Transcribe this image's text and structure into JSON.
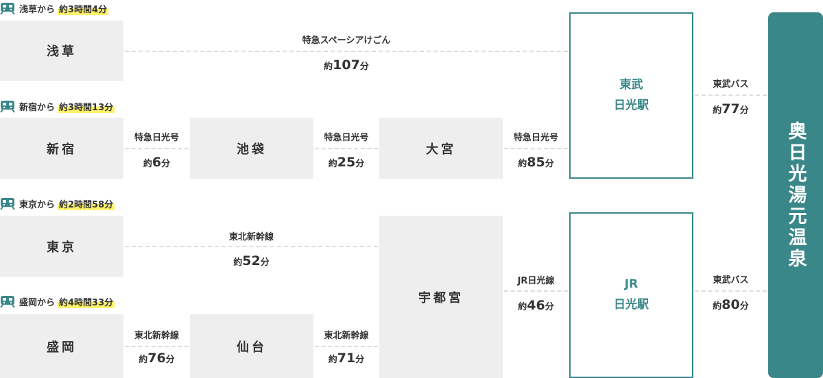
{
  "colors": {
    "accent": "#3a878a",
    "highlight": "#fff36b",
    "box": "#eeeeee",
    "dash": "#dddddd"
  },
  "routes": {
    "asakusa": {
      "from": "浅草から",
      "duration": "約3時間4分"
    },
    "shinjuku": {
      "from": "新宿から",
      "duration": "約3時間13分"
    },
    "tokyo": {
      "from": "東京から",
      "duration": "約2時間58分"
    },
    "morioka": {
      "from": "盛岡から",
      "duration": "約4時間33分"
    }
  },
  "stations": {
    "asakusa": "浅草",
    "shinjuku": "新宿",
    "ikebukuro": "池袋",
    "omiya": "大宮",
    "tokyo": "東京",
    "utsunomiya": "宇都宮",
    "morioka": "盛岡",
    "sendai": "仙台"
  },
  "terminals": {
    "tobu": {
      "line1": "東武",
      "line2": "日光駅"
    },
    "jr": {
      "line1": "JR",
      "line2": "日光駅"
    }
  },
  "legs": {
    "asakusa_tobu": {
      "train": "特急スペーシアけごん",
      "pre": "約",
      "num": "107",
      "unit": "分"
    },
    "shinjuku_ikebukuro": {
      "train": "特急日光号",
      "pre": "約",
      "num": "6",
      "unit": "分"
    },
    "ikebukuro_omiya": {
      "train": "特急日光号",
      "pre": "約",
      "num": "25",
      "unit": "分"
    },
    "omiya_tobu": {
      "train": "特急日光号",
      "pre": "約",
      "num": "85",
      "unit": "分"
    },
    "tokyo_utsunomiya": {
      "train": "東北新幹線",
      "pre": "約",
      "num": "52",
      "unit": "分"
    },
    "morioka_sendai": {
      "train": "東北新幹線",
      "pre": "約",
      "num": "76",
      "unit": "分"
    },
    "sendai_utsunomiya": {
      "train": "東北新幹線",
      "pre": "約",
      "num": "71",
      "unit": "分"
    },
    "utsunomiya_jr": {
      "train": "JR日光線",
      "pre": "約",
      "num": "46",
      "unit": "分"
    },
    "tobu_bus": {
      "train": "東武バス",
      "pre": "約",
      "num": "77",
      "unit": "分"
    },
    "jr_bus": {
      "train": "東武バス",
      "pre": "約",
      "num": "80",
      "unit": "分"
    }
  },
  "destination": "奥日光湯元温泉"
}
